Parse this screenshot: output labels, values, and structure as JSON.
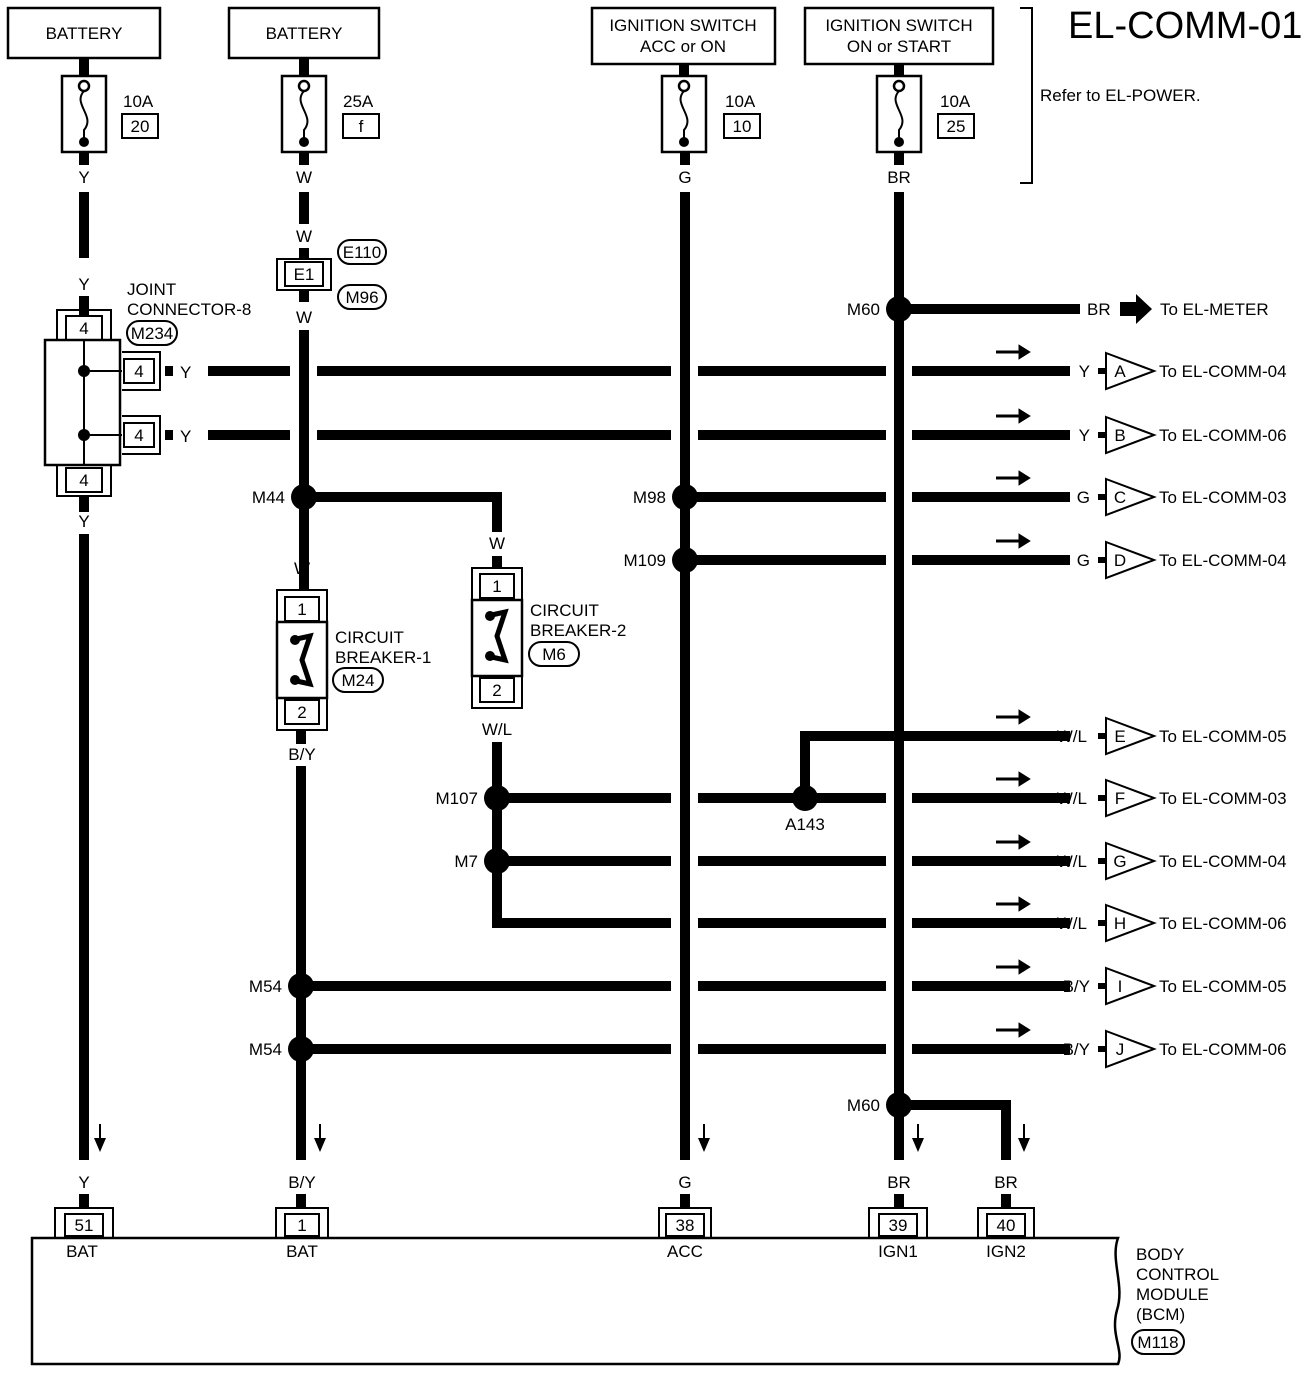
{
  "diagram_title": "EL-COMM-01",
  "refer_note": "Refer to EL-POWER.",
  "sources": [
    {
      "label": "BATTERY"
    },
    {
      "label": "BATTERY"
    },
    {
      "line1": "IGNITION SWITCH",
      "line2": "ACC or ON"
    },
    {
      "line1": "IGNITION SWITCH",
      "line2": "ON or START"
    }
  ],
  "fuses": [
    {
      "amp": "10A",
      "num": "20",
      "wire": "Y"
    },
    {
      "amp": "25A",
      "num": "f",
      "wire": "W"
    },
    {
      "amp": "10A",
      "num": "10",
      "wire": "G"
    },
    {
      "amp": "10A",
      "num": "25",
      "wire": "BR"
    }
  ],
  "connectors": {
    "e110": "E110",
    "m96": "M96",
    "e1": "E1",
    "jc_name_1": "JOINT",
    "jc_name_2": "CONNECTOR-8",
    "jc_id": "M234",
    "jc_pin": "4",
    "cb1_line1": "CIRCUIT",
    "cb1_line2": "BREAKER-1",
    "cb1_id": "M24",
    "cb2_line1": "CIRCUIT",
    "cb2_line2": "BREAKER-2",
    "cb2_id": "M6",
    "pin1": "1",
    "pin2": "2"
  },
  "junctions": {
    "m60_top": "M60",
    "m60_bottom": "M60",
    "m44": "M44",
    "m98": "M98",
    "m109": "M109",
    "m107": "M107",
    "m7": "M7",
    "a143": "A143",
    "m54_a": "M54",
    "m54_b": "M54"
  },
  "wire_labels": {
    "y": "Y",
    "w": "W",
    "g": "G",
    "br": "BR",
    "by": "B/Y",
    "wl": "W/L"
  },
  "meter_out": {
    "wire": "BR",
    "text": "To EL-METER"
  },
  "outputs": [
    {
      "letter": "A",
      "wire": "Y",
      "text": "To EL-COMM-04"
    },
    {
      "letter": "B",
      "wire": "Y",
      "text": "To EL-COMM-06"
    },
    {
      "letter": "C",
      "wire": "G",
      "text": "To EL-COMM-03"
    },
    {
      "letter": "D",
      "wire": "G",
      "text": "To EL-COMM-04"
    },
    {
      "letter": "E",
      "wire": "W/L",
      "text": "To EL-COMM-05"
    },
    {
      "letter": "F",
      "wire": "W/L",
      "text": "To EL-COMM-03"
    },
    {
      "letter": "G",
      "wire": "W/L",
      "text": "To EL-COMM-04"
    },
    {
      "letter": "H",
      "wire": "W/L",
      "text": "To EL-COMM-06"
    },
    {
      "letter": "I",
      "wire": "B/Y",
      "text": "To EL-COMM-05"
    },
    {
      "letter": "J",
      "wire": "B/Y",
      "text": "To EL-COMM-06"
    }
  ],
  "bcm_pins": [
    {
      "wire": "Y",
      "num": "51",
      "name": "BAT"
    },
    {
      "wire": "B/Y",
      "num": "1",
      "name": "BAT"
    },
    {
      "wire": "G",
      "num": "38",
      "name": "ACC"
    },
    {
      "wire": "BR",
      "num": "39",
      "name": "IGN1"
    },
    {
      "wire": "BR",
      "num": "40",
      "name": "IGN2"
    }
  ],
  "bcm": {
    "line1": "BODY",
    "line2": "CONTROL",
    "line3": "MODULE",
    "line4": "(BCM)",
    "id": "M118"
  }
}
